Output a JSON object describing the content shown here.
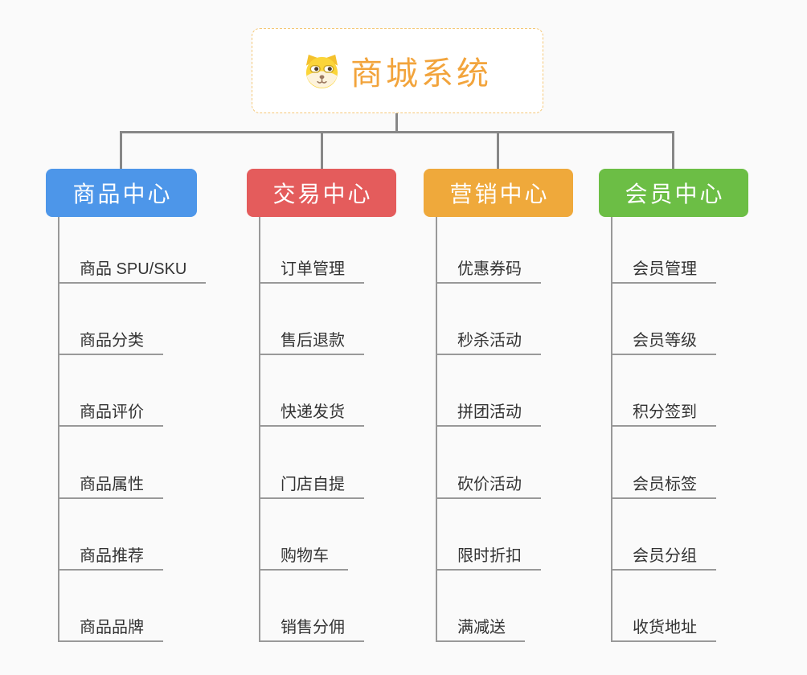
{
  "page": {
    "background_color": "#fafafa",
    "connector_color": "#878787",
    "underline_color": "#999999"
  },
  "root": {
    "title": "商城系统",
    "icon": "dog-face-icon",
    "title_color": "#f2a43c",
    "border_color": "#f5c878"
  },
  "branches": [
    {
      "label": "商品中心",
      "color": "#4d96e9",
      "items": [
        "商品 SPU/SKU",
        "商品分类",
        "商品评价",
        "商品属性",
        "商品推荐",
        "商品品牌"
      ]
    },
    {
      "label": "交易中心",
      "color": "#e45c5c",
      "items": [
        "订单管理",
        "售后退款",
        "快递发货",
        "门店自提",
        "购物车",
        "销售分佣"
      ]
    },
    {
      "label": "营销中心",
      "color": "#efa93b",
      "items": [
        "优惠券码",
        "秒杀活动",
        "拼团活动",
        "砍价活动",
        "限时折扣",
        "满减送"
      ]
    },
    {
      "label": "会员中心",
      "color": "#6cbe45",
      "items": [
        "会员管理",
        "会员等级",
        "积分签到",
        "会员标签",
        "会员分组",
        "收货地址"
      ]
    }
  ]
}
